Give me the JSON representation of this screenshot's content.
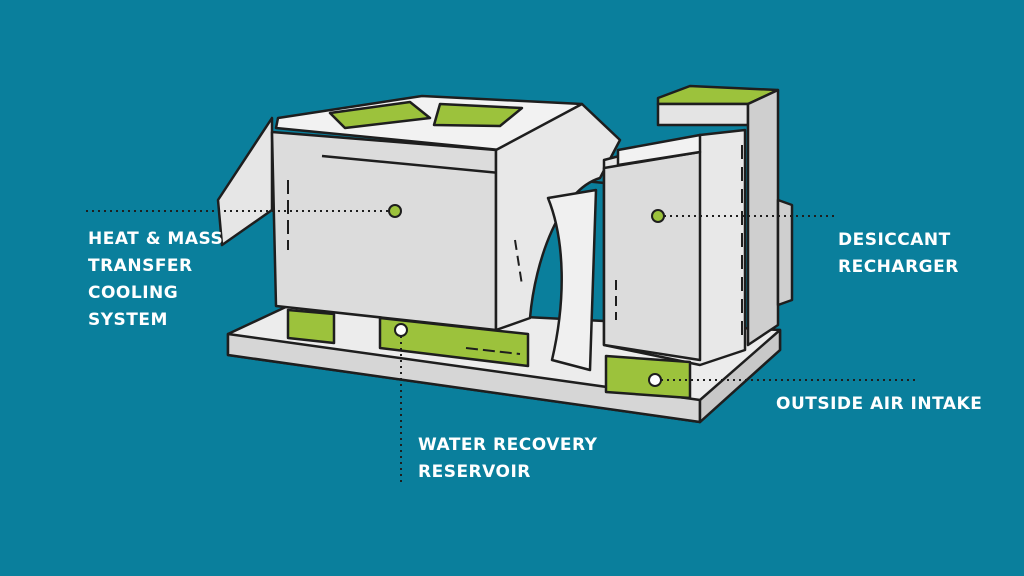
{
  "colors": {
    "background": "#0a7f9c",
    "panel": "#d9d9d9",
    "panel_light": "#efefef",
    "panel_dark": "#c4c4c4",
    "accent": "#9cc23c",
    "outline": "#1e1e1e",
    "leader": "#1e1e1e",
    "marker_fill_white": "#ffffff"
  },
  "labels": {
    "heat_mass": [
      "HEAT & MASS",
      "TRANSFER",
      "COOLING",
      "SYSTEM"
    ],
    "desiccant": [
      "DESICCANT",
      "RECHARGER"
    ],
    "water": [
      "WATER RECOVERY",
      "RESERVOIR"
    ],
    "outside_air": [
      "OUTSIDE AIR INTAKE"
    ]
  }
}
